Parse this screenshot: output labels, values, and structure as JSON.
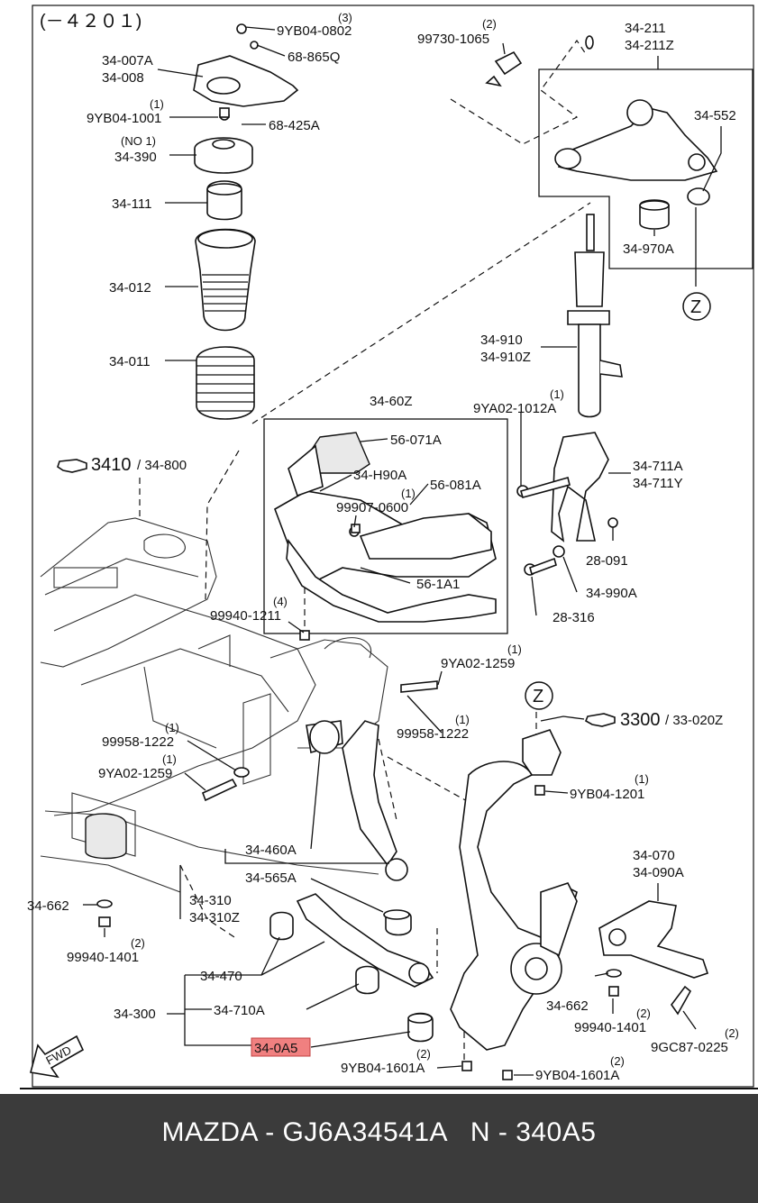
{
  "diagram": {
    "page_ref": "(－４２０１)",
    "labels": {
      "l_9yb04_0802": "9YB04-0802",
      "q_0802": "(3)",
      "l_68_865q": "68-865Q",
      "l_34_007a": "34-007A",
      "l_34_008": "34-008",
      "l_9yb04_1001": "9YB04-1001",
      "q_1001": "(1)",
      "l_68_425a": "68-425A",
      "l_no1": "(NO 1)",
      "l_34_390": "34-390",
      "l_34_111": "34-111",
      "l_34_012": "34-012",
      "l_34_011": "34-011",
      "l_99730_1065": "99730-1065",
      "q_1065": "(2)",
      "l_34_211": "34-211",
      "l_34_211z": "34-211Z",
      "l_34_552": "34-552",
      "l_34_970a": "34-970A",
      "l_z1": "Z",
      "l_34_910": "34-910",
      "l_34_910z": "34-910Z",
      "l_9ya02_1012a": "9YA02-1012A",
      "q_1012a": "(1)",
      "l_34_60z": "34-60Z",
      "l_56_071a": "56-071A",
      "l_34_h90a": "34-H90A",
      "l_56_081a": "56-081A",
      "l_99907_0600": "99907-0600",
      "q_0600": "(1)",
      "l_56_1a1": "56-1A1",
      "l_34_711a": "34-711A",
      "l_34_711y": "34-711Y",
      "l_28_091": "28-091",
      "l_34_990a": "34-990A",
      "l_28_316": "28-316",
      "l_3410": "3410",
      "l_34_800": "/ 34-800",
      "l_99940_1211": "99940-1211",
      "q_1211": "(4)",
      "l_9ya02_1259_r": "9YA02-1259",
      "q_1259_r": "(1)",
      "l_99958_1222_r": "99958-1222",
      "q_1222_r": "(1)",
      "l_z2": "Z",
      "l_3300": "3300",
      "l_33_020z": "/ 33-020Z",
      "l_99958_1222_l": "99958-1222",
      "q_1222_l": "(1)",
      "l_9ya02_1259_l": "9YA02-1259",
      "q_1259_l": "(1)",
      "l_9yb04_1201": "9YB04-1201",
      "q_1201": "(1)",
      "l_34_460a": "34-460A",
      "l_34_565a": "34-565A",
      "l_34_310": "34-310",
      "l_34_310z": "34-310Z",
      "l_34_662_l": "34-662",
      "l_99940_1401_l": "99940-1401",
      "q_1401_l": "(2)",
      "l_34_070": "34-070",
      "l_34_090a": "34-090A",
      "l_34_470": "34-470",
      "l_34_300": "34-300",
      "l_34_710a": "34-710A",
      "l_34_0a5": "34-0A5",
      "l_34_662_r": "34-662",
      "l_99940_1401_r": "99940-1401",
      "q_1401_r": "(2)",
      "l_9gc87_0225": "9GC87-0225",
      "q_0225": "(2)",
      "l_9yb04_1601a_l": "9YB04-1601A",
      "q_1601a_l": "(2)",
      "l_9yb04_1601a_r": "9YB04-1601A",
      "q_1601a_r": "(2)",
      "l_fwd": "FWD"
    },
    "highlight_color": "#f08080"
  },
  "footer": {
    "text": "MAZDA - GJ6A34541A   N - 340A5"
  }
}
